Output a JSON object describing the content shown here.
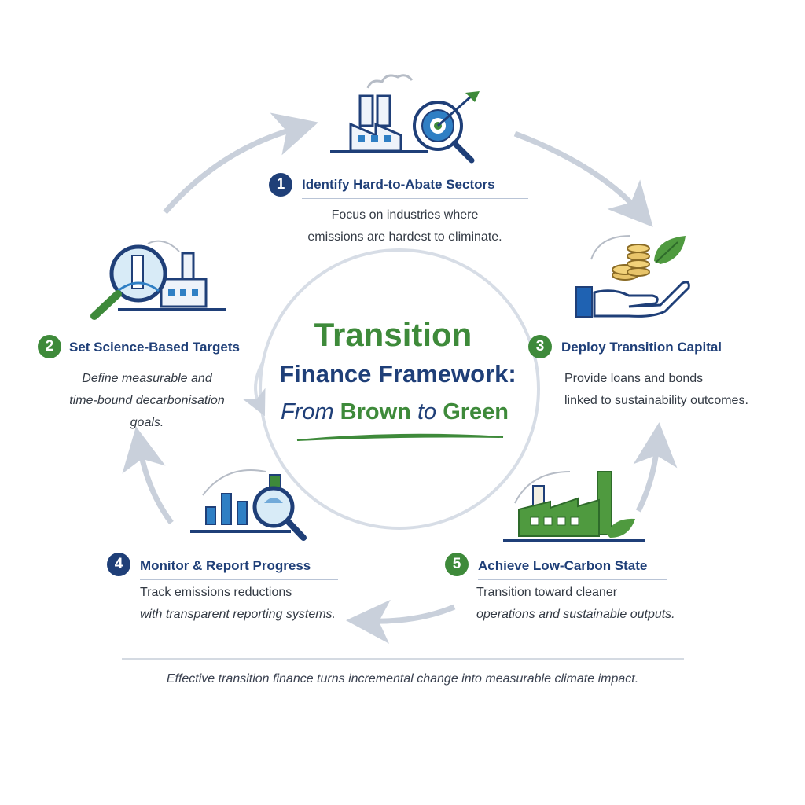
{
  "title": {
    "line1": "Transition",
    "line2": "Finance Framework:",
    "line3_prefix": "From ",
    "line3_brown": "Brown",
    "line3_mid": " to ",
    "line3_green": "Green"
  },
  "steps": [
    {
      "number": "1",
      "title": "Identify Hard-to-Abate Sectors",
      "desc_line1": "Focus on industries where",
      "desc_line2": "emissions are hardest to eliminate."
    },
    {
      "number": "2",
      "title": "Set Science-Based Targets",
      "desc_line1": "Define measurable and",
      "desc_line2": "time-bound decarbonisation",
      "desc_line3": "goals."
    },
    {
      "number": "3",
      "title": "Deploy Transition Capital",
      "desc_line1": "Provide loans and bonds",
      "desc_line2": "linked to sustainability outcomes."
    },
    {
      "number": "4",
      "title": "Monitor & Report Progress",
      "desc_line1": "Track emissions reductions",
      "desc_line2": "with transparent reporting systems."
    },
    {
      "number": "5",
      "title": "Achieve Low-Carbon State",
      "desc_line1": "Transition toward cleaner",
      "desc_line2": "operations and sustainable outputs."
    }
  ],
  "footer": "Effective transition finance turns incremental change into measurable climate impact.",
  "icons": {
    "step1": "factory-target-icon",
    "step2": "magnifier-factory-icon",
    "step3": "hand-coins-leaf-icon",
    "step4": "bar-chart-magnifier-icon",
    "step5": "green-factory-leaf-icon"
  },
  "colors": {
    "navy": "#1f3f78",
    "green": "#3e8a3a",
    "blue": "#2f7fc4",
    "gray_arrow": "#c9d0db"
  }
}
